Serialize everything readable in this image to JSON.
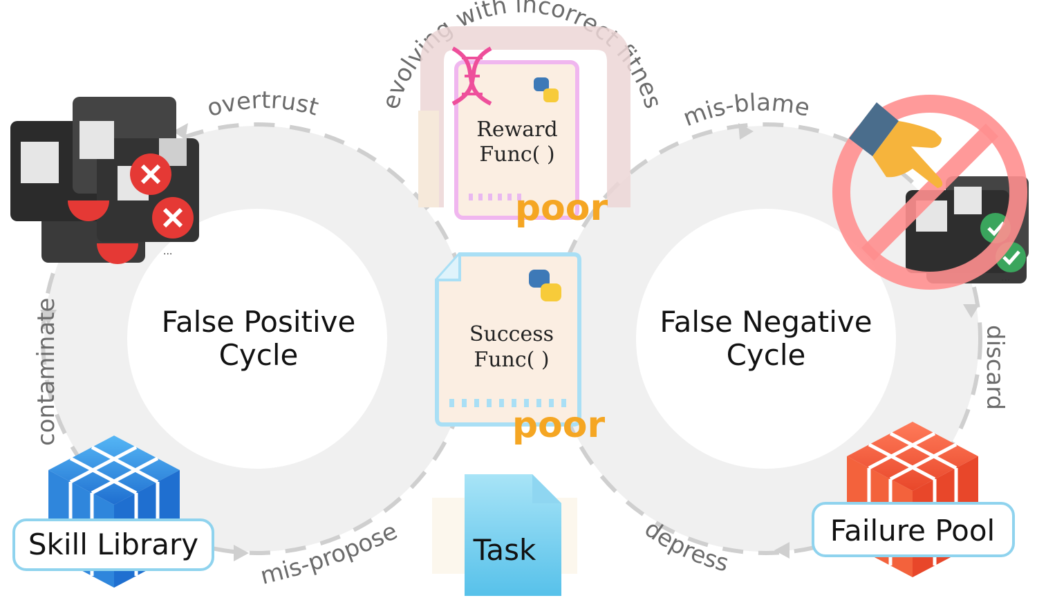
{
  "cycles": {
    "left_title_line1": "False Positive",
    "left_title_line2": "Cycle",
    "right_title_line1": "False Negative",
    "right_title_line2": "Cycle"
  },
  "edges": {
    "overtrust": "overtrust",
    "contaminate": "contaminate",
    "mis_propose": "mis-propose",
    "evolving": "evolving with incorrect fitness",
    "mis_blame": "mis-blame",
    "discard": "discard",
    "depress": "depress"
  },
  "reward_doc": {
    "line1": "Reward",
    "line2": "Func( )",
    "badge": "poor"
  },
  "success_doc": {
    "line1": "Success",
    "line2": "Func( )",
    "badge": "poor"
  },
  "task": {
    "label": "Task"
  },
  "skill_library": {
    "label": "Skill Library"
  },
  "failure_pool": {
    "label": "Failure Pool"
  },
  "ellipsis_left": "...",
  "ellipsis_right": "...",
  "colors": {
    "ring": "#efefef",
    "dash": "#cfcfcf",
    "edge_text": "#6b6b6b",
    "poor": "#f5a623",
    "cross_red": "#e53935",
    "check_green": "#3aa55d",
    "no_sign": "#ff8f8f",
    "blue_cube": "#2f8fe0",
    "red_cube": "#f3623c",
    "box_border": "#8fd3ee"
  },
  "icons": {
    "dna": "dna-icon",
    "python": "python-logo-icon",
    "cross": "cross-icon",
    "check": "check-icon",
    "pointing_hand": "pointing-hand-icon",
    "prohibited": "prohibited-icon",
    "cube_blue": "blue-cube-icon",
    "cube_red": "red-cube-icon",
    "document": "document-icon"
  }
}
